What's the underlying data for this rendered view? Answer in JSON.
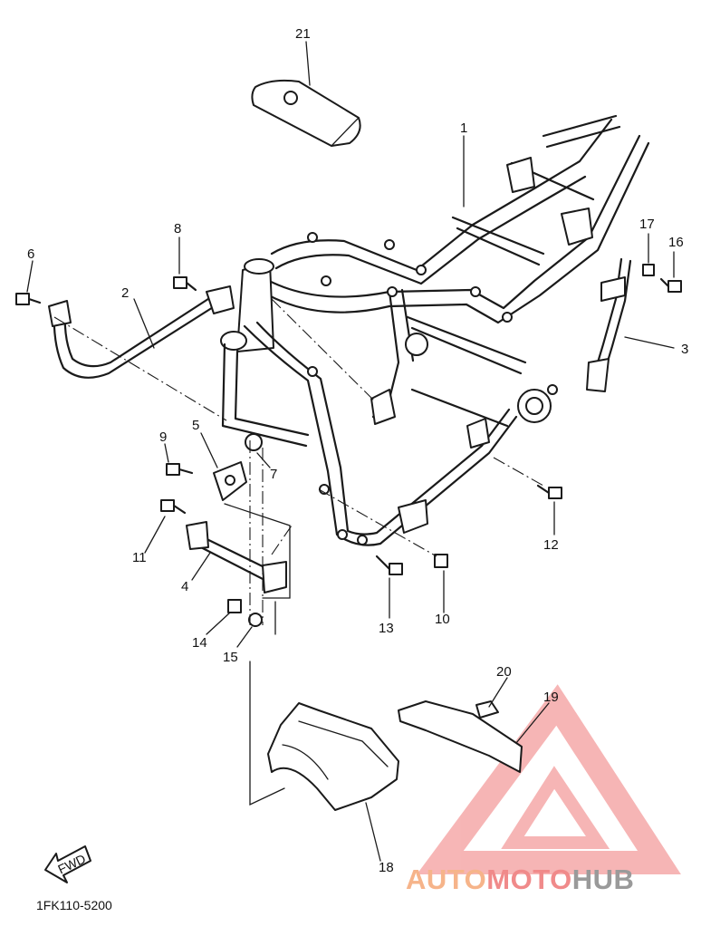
{
  "diagram": {
    "drawing_code": "1FK110-5200",
    "fwd_label": "FWD",
    "callouts": [
      {
        "id": "21",
        "label": "21"
      },
      {
        "id": "1",
        "label": "1"
      },
      {
        "id": "8",
        "label": "8"
      },
      {
        "id": "6",
        "label": "6"
      },
      {
        "id": "2",
        "label": "2"
      },
      {
        "id": "17",
        "label": "17"
      },
      {
        "id": "16",
        "label": "16"
      },
      {
        "id": "3",
        "label": "3"
      },
      {
        "id": "9",
        "label": "9"
      },
      {
        "id": "5",
        "label": "5"
      },
      {
        "id": "7",
        "label": "7"
      },
      {
        "id": "11",
        "label": "11"
      },
      {
        "id": "12",
        "label": "12"
      },
      {
        "id": "4",
        "label": "4"
      },
      {
        "id": "10",
        "label": "10"
      },
      {
        "id": "13",
        "label": "13"
      },
      {
        "id": "14",
        "label": "14"
      },
      {
        "id": "15",
        "label": "15"
      },
      {
        "id": "20",
        "label": "20"
      },
      {
        "id": "19",
        "label": "19"
      },
      {
        "id": "18",
        "label": "18"
      }
    ]
  },
  "watermark": {
    "part1": "AUTO",
    "part2": "MOTO",
    "part3": "HUB",
    "colors": {
      "orange": "#f6b48a",
      "red": "#f08a8a",
      "gray": "#9a9a9a"
    }
  }
}
